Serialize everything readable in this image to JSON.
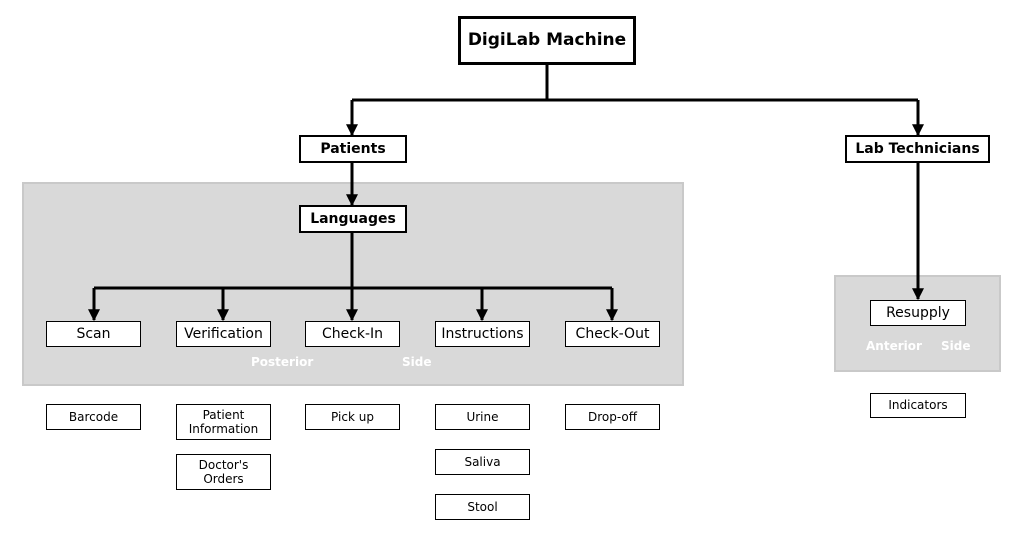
{
  "root": {
    "label": "DigiLab Machine"
  },
  "patients": {
    "label": "Patients",
    "languages": {
      "label": "Languages"
    },
    "side_labels": [
      "Posterior",
      "Side"
    ],
    "steps": [
      {
        "label": "Scan",
        "items": [
          "Barcode"
        ]
      },
      {
        "label": "Verification",
        "items": [
          "Patient Information",
          "Doctor's Orders"
        ]
      },
      {
        "label": "Check-In",
        "items": [
          "Pick up"
        ]
      },
      {
        "label": "Instructions",
        "items": [
          "Urine",
          "Saliva",
          "Stool"
        ]
      },
      {
        "label": "Check-Out",
        "items": [
          "Drop-off"
        ]
      }
    ]
  },
  "lab_technicians": {
    "label": "Lab Technicians",
    "resupply": {
      "label": "Resupply"
    },
    "side_labels": [
      "Anterior",
      "Side"
    ],
    "items": [
      "Indicators"
    ]
  },
  "colors": {
    "panel": "#d9d9d9",
    "panel_border": "#c9c9c9",
    "line": "#000000"
  }
}
